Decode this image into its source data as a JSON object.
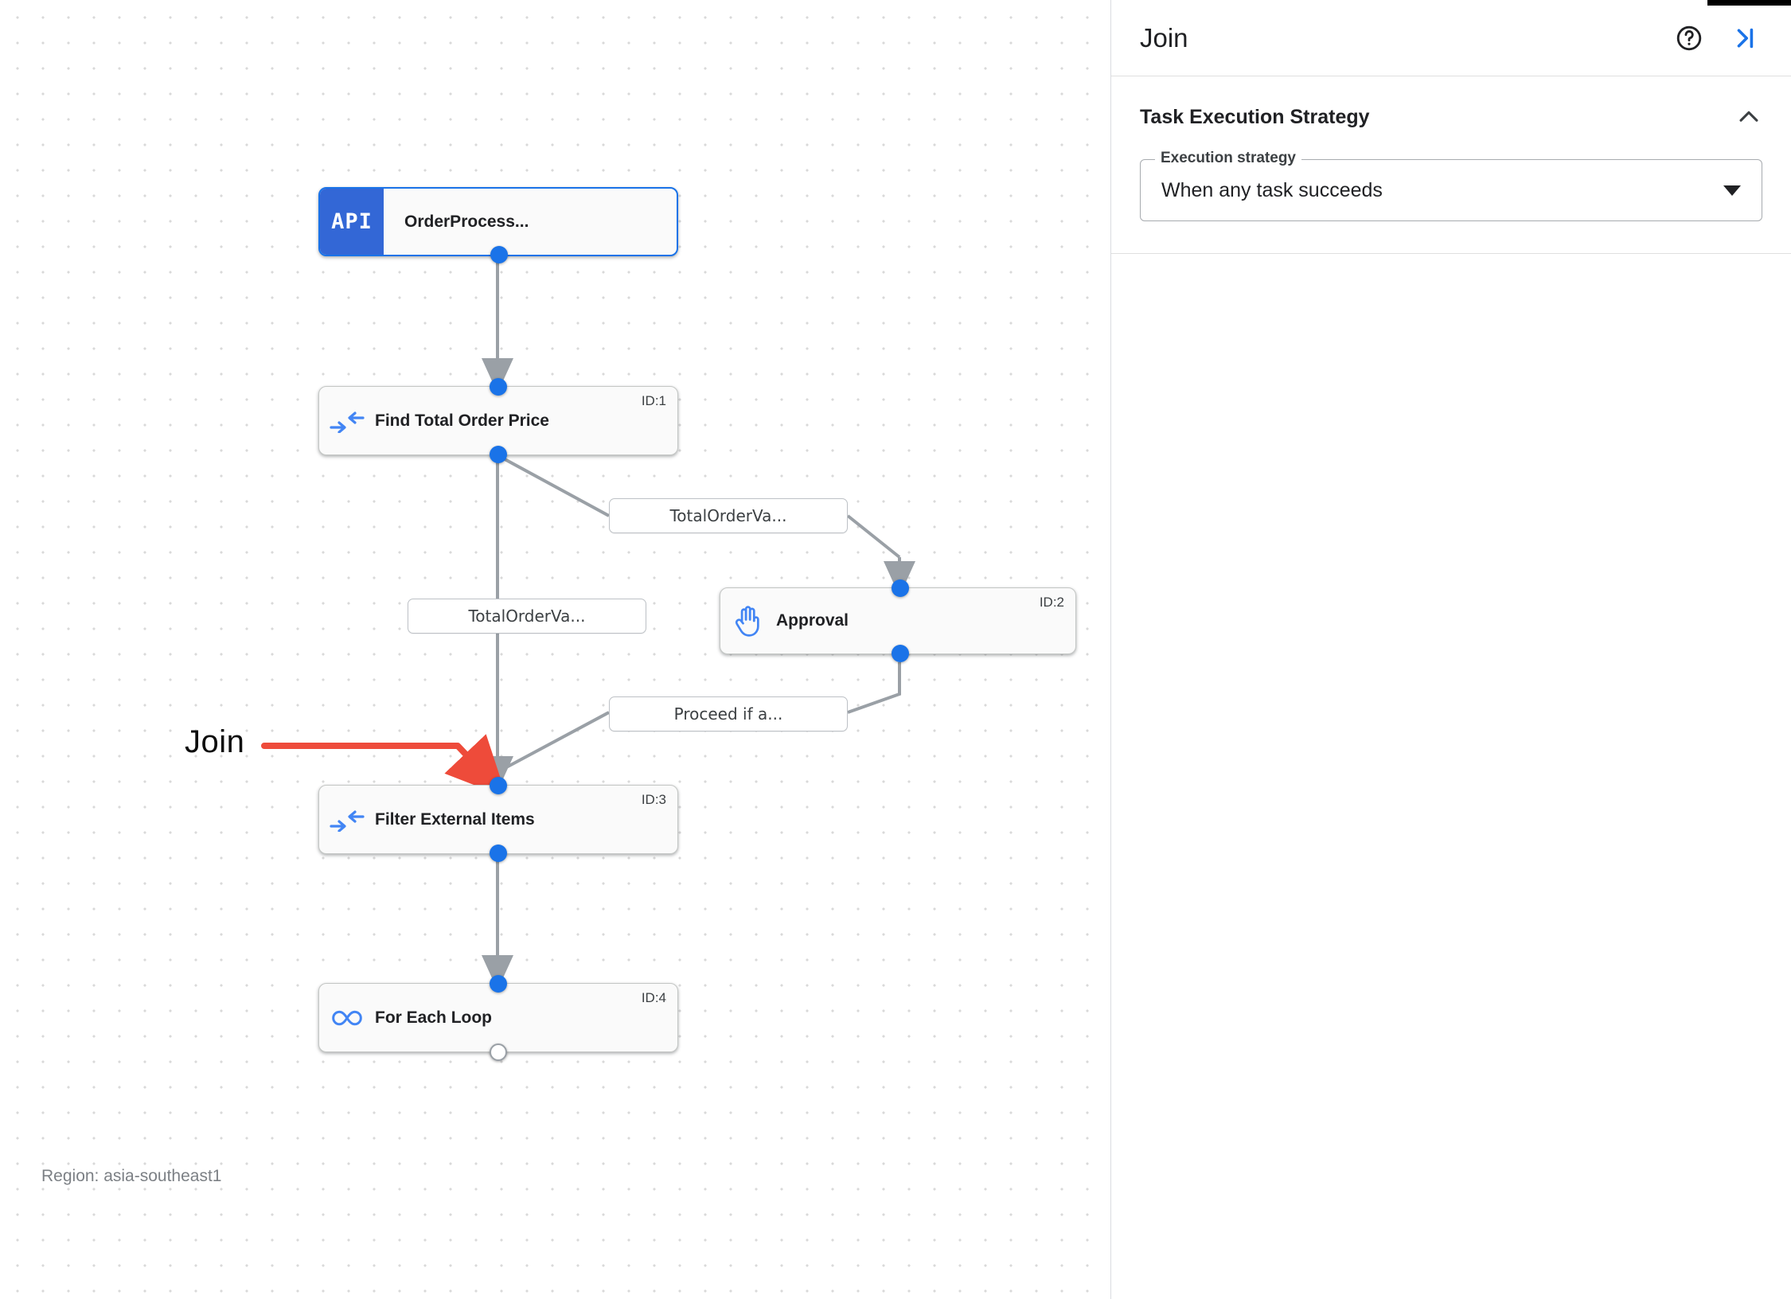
{
  "canvas": {
    "region_label": "Region: asia-southeast1",
    "annotation": {
      "label": "Join",
      "color": "#ee4b3a"
    },
    "nodes": [
      {
        "key": "order_process",
        "badge": "API",
        "label": "OrderProcess...",
        "id": "",
        "icon": "api-badge",
        "selected": true
      },
      {
        "key": "find_total",
        "badge": "",
        "label": "Find Total Order Price",
        "id": "ID:1",
        "icon": "merge-arrows-icon",
        "selected": false
      },
      {
        "key": "approval",
        "badge": "",
        "label": "Approval",
        "id": "ID:2",
        "icon": "hand-icon",
        "selected": false
      },
      {
        "key": "filter_items",
        "badge": "",
        "label": "Filter External Items",
        "id": "ID:3",
        "icon": "merge-arrows-icon",
        "selected": false
      },
      {
        "key": "for_each_loop",
        "badge": "",
        "label": "For Each Loop",
        "id": "ID:4",
        "icon": "infinity-icon",
        "selected": false
      }
    ],
    "edge_labels": [
      {
        "key": "edge_total_upper",
        "text": "TotalOrderVa..."
      },
      {
        "key": "edge_total_lower",
        "text": "TotalOrderVa..."
      },
      {
        "key": "edge_proceed",
        "text": "Proceed if a..."
      }
    ]
  },
  "panel": {
    "title": "Join",
    "help_icon": "help-circle-icon",
    "collapse_icon": "collapse-panel-icon",
    "section": {
      "title": "Task Execution Strategy",
      "collapse_icon": "chevron-up-icon",
      "field": {
        "legend": "Execution strategy",
        "value": "When any task succeeds",
        "caret_icon": "chevron-down-icon"
      }
    }
  }
}
